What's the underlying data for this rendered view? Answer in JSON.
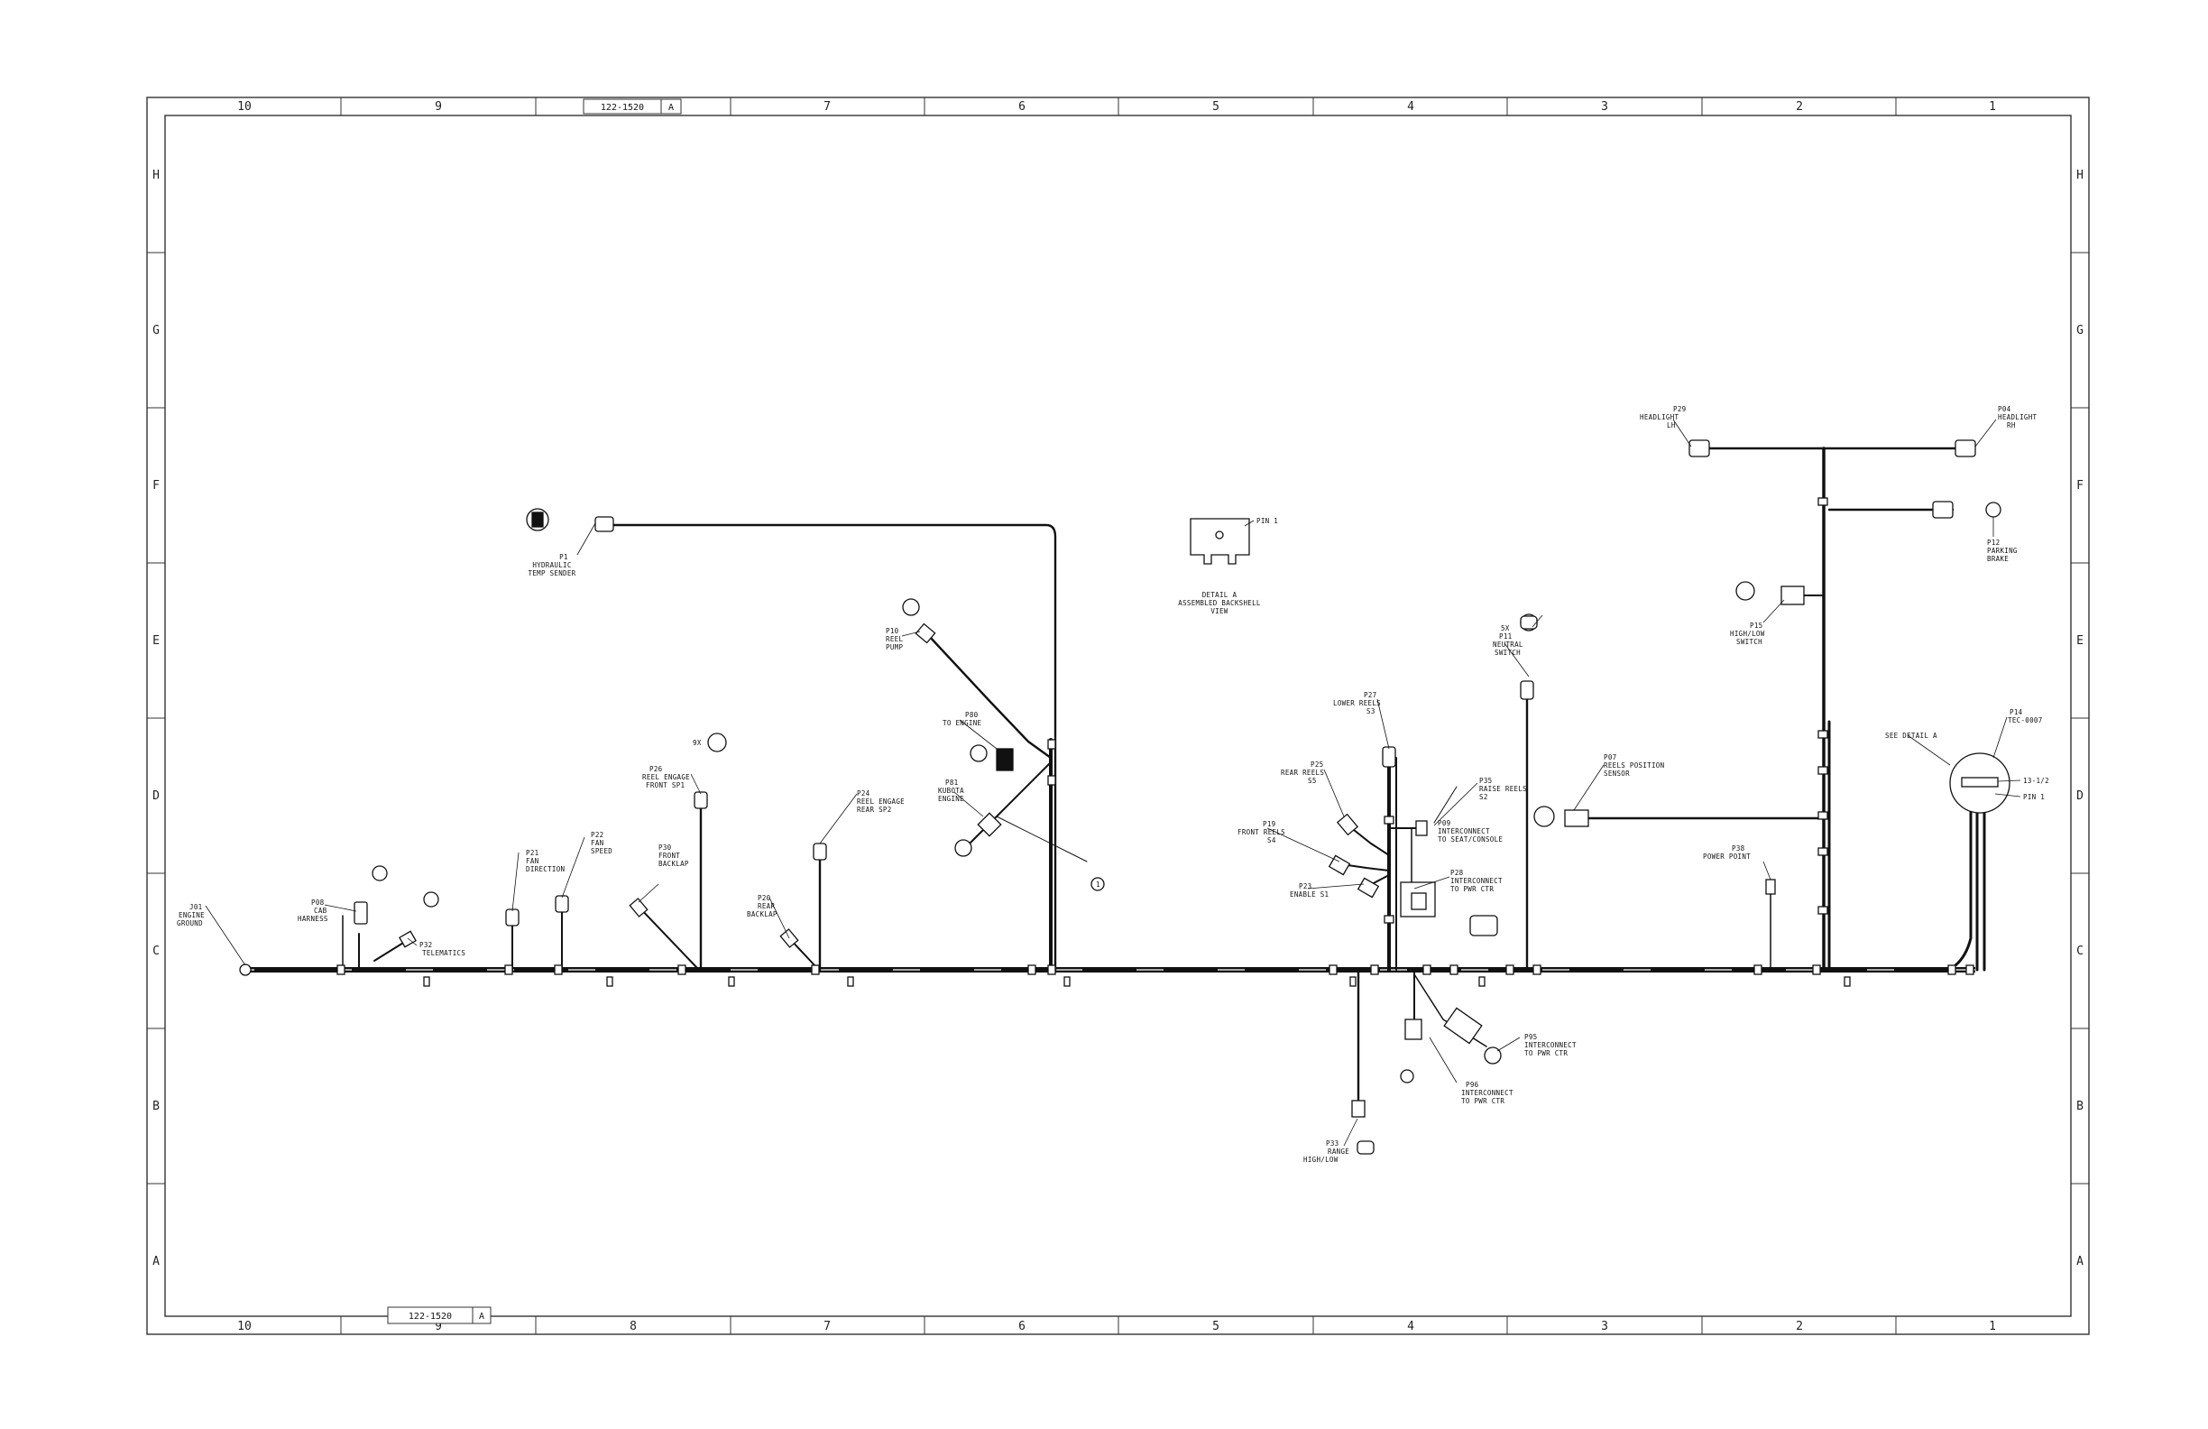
{
  "drawing": {
    "top_title_block": {
      "number": "122-1520",
      "rev": "A"
    },
    "bottom_title_block": {
      "number": "122-1520",
      "rev": "A"
    },
    "col_zones": [
      "10",
      "9",
      "8",
      "7",
      "6",
      "5",
      "4",
      "3",
      "2",
      "1"
    ],
    "row_zones": [
      "H",
      "G",
      "F",
      "E",
      "D",
      "C",
      "B",
      "A"
    ]
  },
  "labels": {
    "p1": [
      "P1",
      "HYDRAULIC",
      "TEMP SENDER"
    ],
    "p10": [
      "P10",
      "REEL",
      "PUMP"
    ],
    "p80": [
      "P80",
      "TO ENGINE"
    ],
    "p81": [
      "P81",
      "KUBOTA",
      "ENGINE"
    ],
    "p26": [
      "P26",
      "REEL ENGAGE",
      "FRONT SP1"
    ],
    "p24": [
      "P24",
      "REEL ENGAGE",
      "REAR SP2"
    ],
    "p21": [
      "P21",
      "FAN",
      "DIRECTION"
    ],
    "p22": [
      "P22",
      "FAN",
      "SPEED"
    ],
    "p30": [
      "P30",
      "FRONT",
      "BACKLAP"
    ],
    "p20": [
      "P20",
      "REAR",
      "BACKLAP"
    ],
    "p08": [
      "P08",
      "CAB",
      "HARNESS"
    ],
    "p32": [
      "P32",
      "TELEMATICS"
    ],
    "j01": [
      "J01",
      "ENGINE",
      "GROUND"
    ],
    "detail": [
      "DETAIL A",
      "ASSEMBLED BACKSHELL",
      "VIEW"
    ],
    "pin1_detail": "PIN 1",
    "p27": [
      "P27",
      "LOWER REELS",
      "S3"
    ],
    "p25": [
      "P25",
      "REAR REELS",
      "S5"
    ],
    "p35": [
      "P35",
      "RAISE REELS",
      "S2"
    ],
    "p19": [
      "P19",
      "FRONT REELS",
      "S4"
    ],
    "p09": [
      "P09",
      "INTERCONNECT",
      "TO SEAT/CONSOLE"
    ],
    "p28": [
      "P28",
      "INTERCONNECT",
      "TO PWR CTR"
    ],
    "enable": [
      "P23",
      "ENABLE S1"
    ],
    "p11": [
      "P11",
      "NEUTRAL",
      "SWITCH"
    ],
    "p07": [
      "P07",
      "REELS POSITION",
      "SENSOR"
    ],
    "p38": [
      "P38",
      "POWER POINT"
    ],
    "p33": [
      "P33",
      "RANGE",
      "HIGH/LOW"
    ],
    "p95": [
      "P95",
      "INTERCONNECT",
      "TO PWR CTR"
    ],
    "p96": [
      "P96",
      "INTERCONNECT",
      "TO PWR CTR"
    ],
    "p29": [
      "P29",
      "HEADLIGHT",
      "LH"
    ],
    "p04": [
      "P04",
      "HEADLIGHT",
      "RH"
    ],
    "p12": [
      "P12",
      "PARKING",
      "BRAKE"
    ],
    "p15": [
      "P15",
      "HIGH/LOW",
      "SWITCH"
    ],
    "see_detail": "SEE DETAIL A",
    "p14": [
      "P14",
      "TEC-0007"
    ],
    "dim_1": "13-1/2",
    "pin1": "PIN 1",
    "five_x": "5X",
    "balloon": "1"
  }
}
